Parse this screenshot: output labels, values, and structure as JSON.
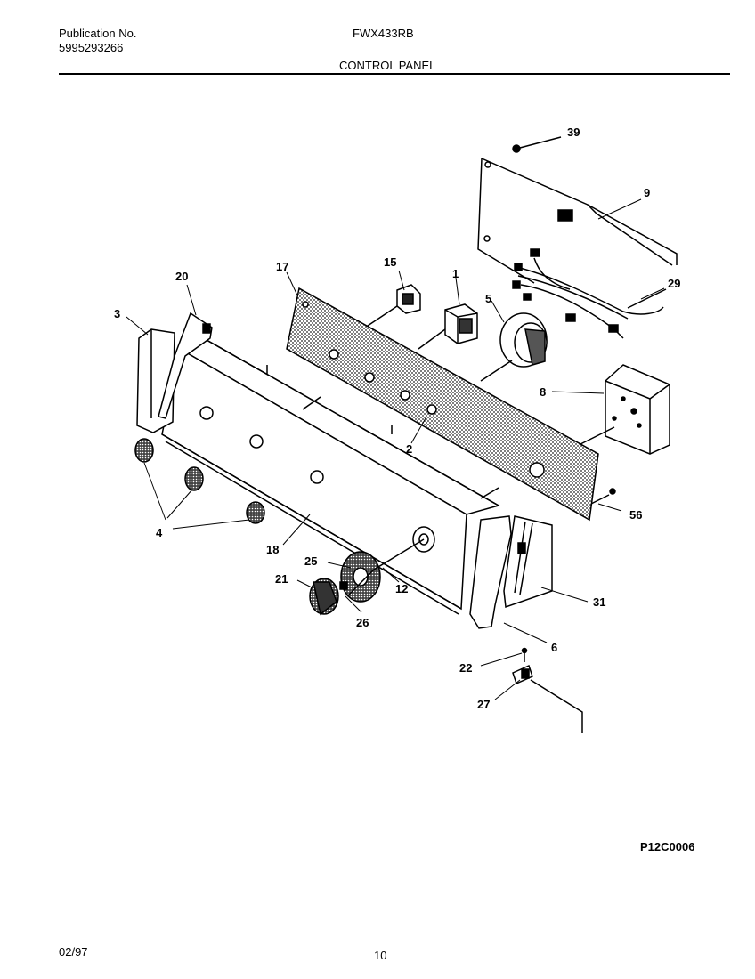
{
  "header": {
    "publication_label": "Publication No.",
    "publication_number": "5995293266",
    "model": "FWX433RB",
    "section": "CONTROL PANEL"
  },
  "callouts": {
    "c39": "39",
    "c9": "9",
    "c29": "29",
    "c15": "15",
    "c1": "1",
    "c5": "5",
    "c17": "17",
    "c20": "20",
    "c3": "3",
    "c8": "8",
    "c2": "2",
    "c56": "56",
    "c4": "4",
    "c18": "18",
    "c25": "25",
    "c21": "21",
    "c12": "12",
    "c26": "26",
    "c31": "31",
    "c6": "6",
    "c22": "22",
    "c27": "27"
  },
  "figure_code": "P12C0006",
  "footer": {
    "date": "02/97",
    "page": "10"
  }
}
